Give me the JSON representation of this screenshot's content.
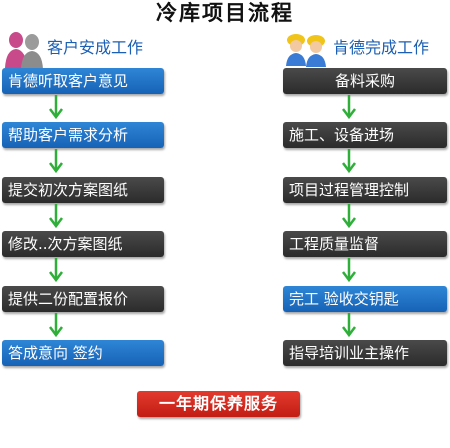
{
  "title": "冷库项目流程",
  "left_header": "客户安成工作",
  "right_header": "肯德完成工作",
  "left_steps": [
    "肯德听取客户意见",
    "帮助客户需求分析",
    "提交初次方案图纸",
    "修改..次方案图纸",
    "提供二份配置报价",
    "答成意向  签约"
  ],
  "right_steps": [
    "备料采购",
    "施工、设备进场",
    "项目过程管理控制",
    "工程质量监督",
    "完工  验收交钥匙",
    "指导培训业主操作"
  ],
  "bottom": "一年期保养服务",
  "colors": {
    "blue": "#1f73c8",
    "dark": "#333333",
    "red": "#d42a20",
    "arrow": "#2fae3a"
  }
}
